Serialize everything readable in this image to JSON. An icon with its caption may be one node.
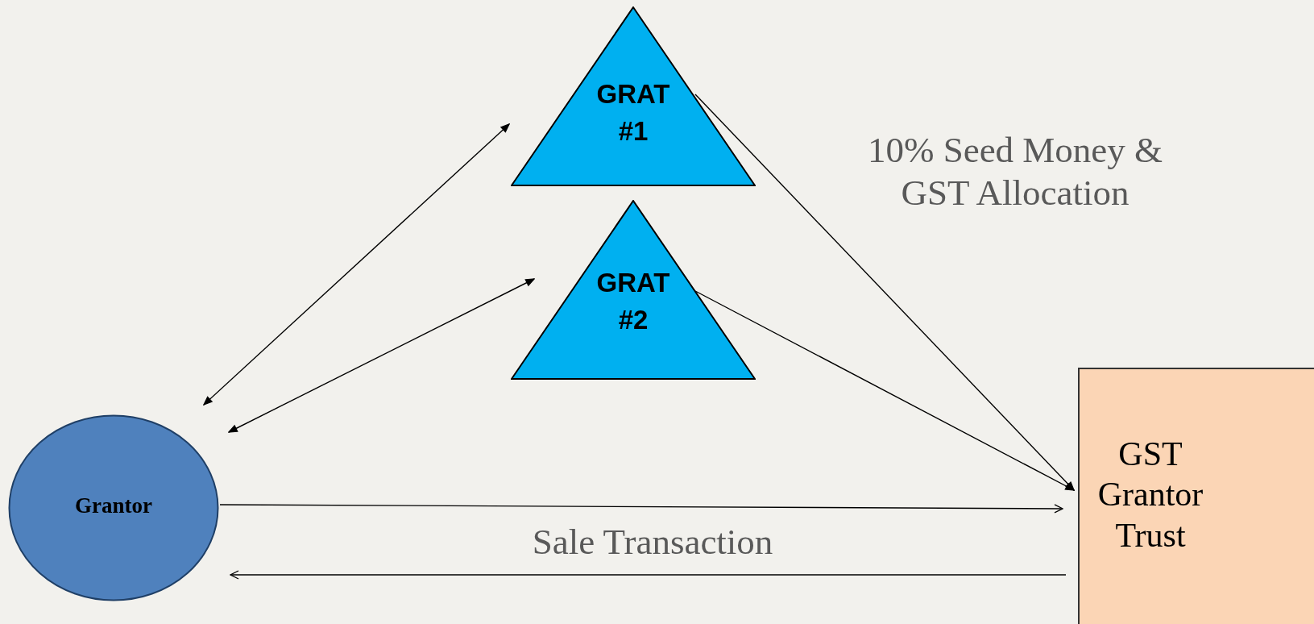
{
  "diagram": {
    "nodes": [
      {
        "text": [
          "GRAT #1"
        ]
      },
      {
        "text": [
          "GRAT #2"
        ]
      },
      {
        "text": [
          "Grantor"
        ]
      },
      {
        "text": [
          "GST Grantor Trust"
        ]
      }
    ],
    "edges": [
      {
        "from": 2,
        "to": 0,
        "arrow": "both"
      },
      {
        "from": 2,
        "to": 1,
        "arrow": "both"
      },
      {
        "from": 0,
        "to": 3,
        "arrow": "to"
      },
      {
        "from": 1,
        "to": 3,
        "arrow": "to"
      },
      {
        "from": 2,
        "to": 3,
        "arrow": "to"
      },
      {
        "from": 3,
        "to": 2,
        "arrow": "to"
      }
    ],
    "labels": [
      "10% Seed Money & GST Allocation",
      "Sale Transaction"
    ]
  }
}
